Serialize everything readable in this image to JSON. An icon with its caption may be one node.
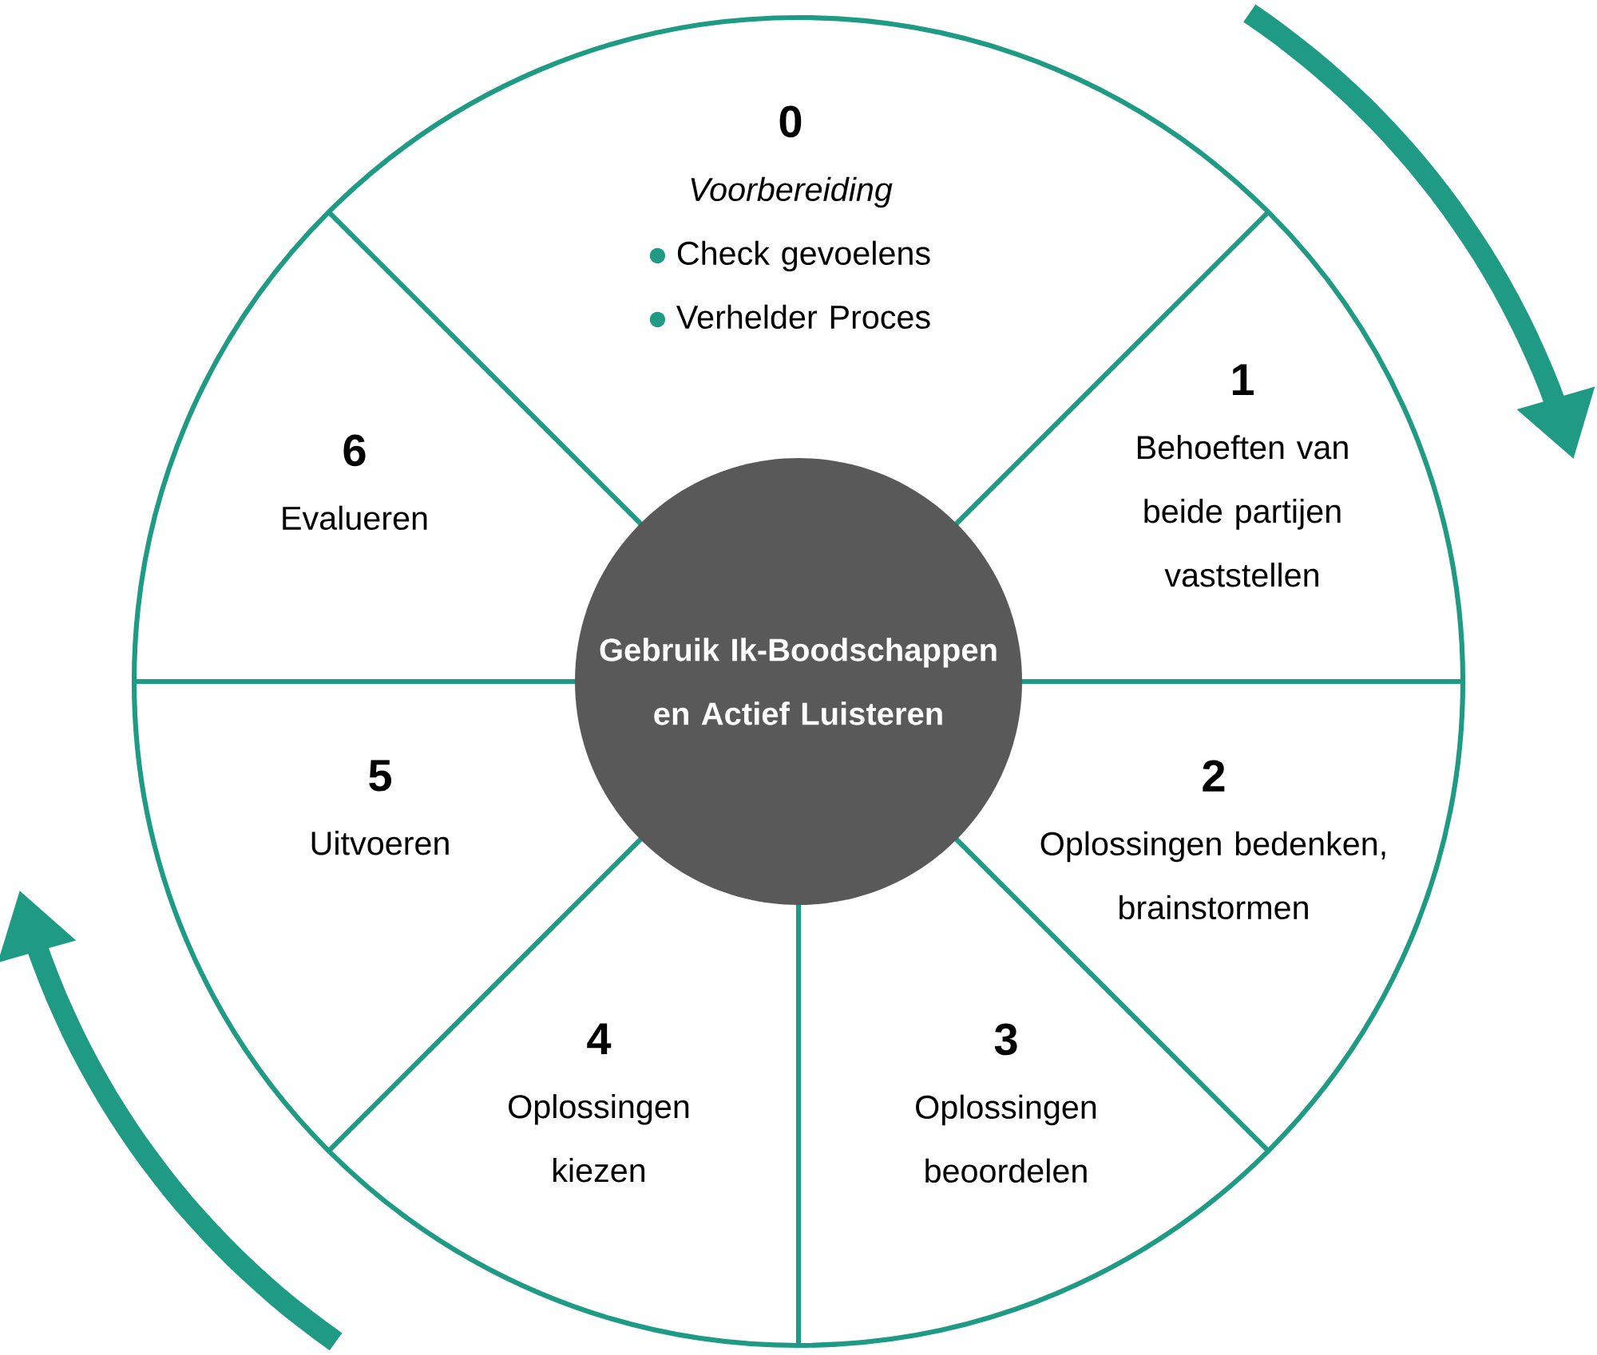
{
  "diagram": {
    "nodes": [
      {
        "text": [
          "0",
          "Voorbereiding",
          "Check gevoelens",
          "Verhelder Proces"
        ]
      },
      {
        "text": [
          "1",
          "Behoeften van beide partijen vaststellen"
        ]
      },
      {
        "text": [
          "2",
          "Oplossingen bedenken, brainstormen"
        ]
      },
      {
        "text": [
          "3",
          "Oplossingen beoordelen"
        ]
      },
      {
        "text": [
          "4",
          "Oplossingen kiezen"
        ]
      },
      {
        "text": [
          "5",
          "Uitvoeren"
        ]
      },
      {
        "text": [
          "6",
          "Evalueren"
        ]
      },
      {
        "text": [
          "Gebruik Ik-Boodschappen en Actief Luisteren"
        ]
      }
    ]
  }
}
